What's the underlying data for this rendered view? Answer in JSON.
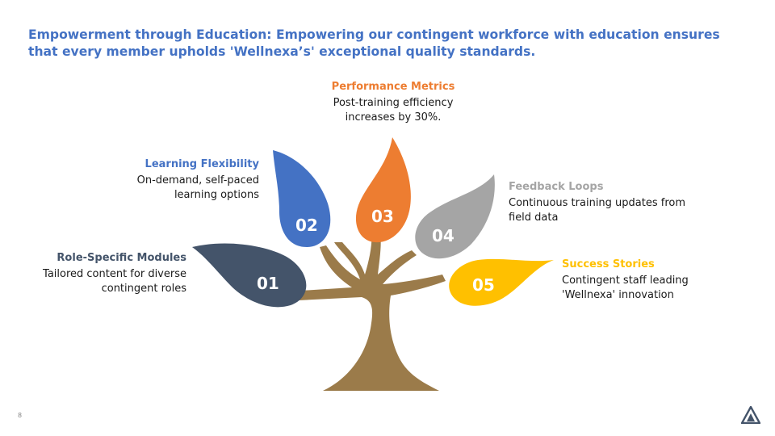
{
  "title": "Empowerment through Education: Empowering our contingent workforce with education ensures that every member upholds 'Wellnexa’s' exceptional quality standards.",
  "items": [
    {
      "number": "01",
      "heading": "Role-Specific Modules",
      "body": "Tailored content for diverse contingent roles",
      "color": "#44546a"
    },
    {
      "number": "02",
      "heading": "Learning Flexibility",
      "body": "On-demand, self-paced learning options",
      "color": "#4472c4"
    },
    {
      "number": "03",
      "heading": "Performance Metrics",
      "body": "Post-training efficiency increases by 30%.",
      "color": "#ed7d31"
    },
    {
      "number": "04",
      "heading": "Feedback Loops",
      "body": "Continuous training updates from field data",
      "color": "#a5a5a5"
    },
    {
      "number": "05",
      "heading": "Success Stories",
      "body": "Contingent staff leading 'Wellnexa' innovation",
      "color": "#ffc000"
    }
  ],
  "colors": {
    "title": "#4472c4",
    "trunk": "#9b7b4a"
  },
  "page_number": "8",
  "logo_icon": "triangle-logo-icon"
}
